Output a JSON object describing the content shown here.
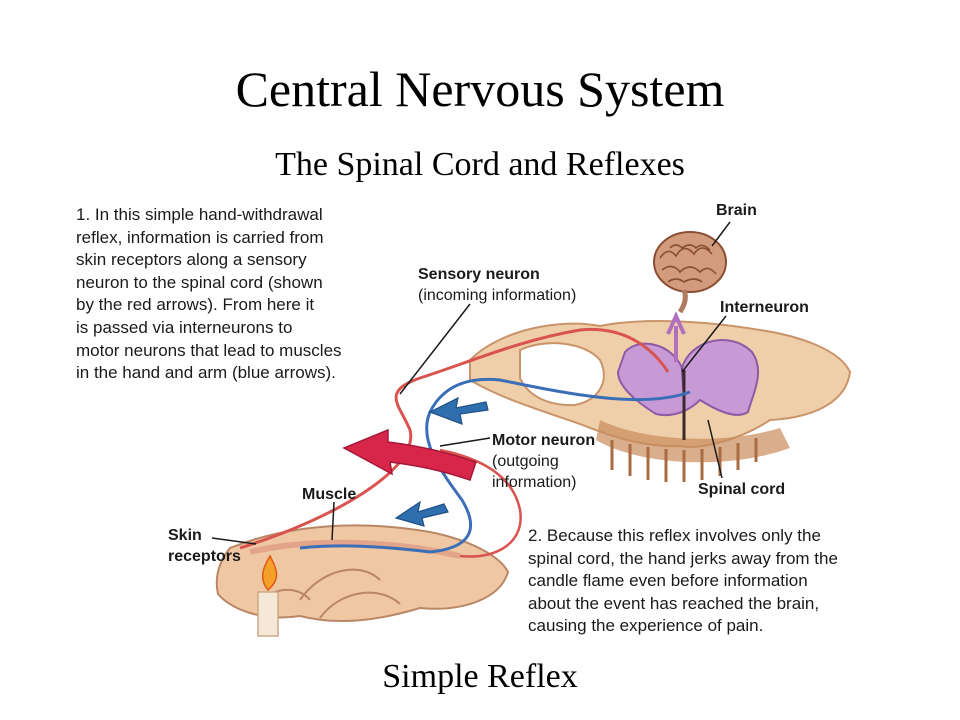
{
  "title": "Central Nervous System",
  "subtitle": "The Spinal Cord and Reflexes",
  "caption": "Simple Reflex",
  "note1": [
    "1. In this simple hand-withdrawal",
    "reflex, information is carried from",
    "skin receptors along a sensory",
    "neuron to the spinal cord (shown",
    "by the red arrows). From here it",
    "is passed via interneurons to",
    "motor neurons that lead to muscles",
    "in the hand and arm (blue arrows)."
  ],
  "note2": [
    "2. Because this reflex involves only the",
    "spinal cord, the hand jerks away from the",
    "candle flame even before information",
    "about the event has reached the brain,",
    "causing the experience of pain."
  ],
  "labels": {
    "brain": "Brain",
    "sensory_neuron": "Sensory neuron",
    "sensory_neuron_sub": "(incoming information)",
    "interneuron": "Interneuron",
    "motor_neuron": "Motor neuron",
    "motor_neuron_sub1": "(outgoing",
    "motor_neuron_sub2": "information)",
    "spinal_cord": "Spinal cord",
    "muscle": "Muscle",
    "skin_receptors1": "Skin",
    "skin_receptors2": "receptors"
  },
  "colors": {
    "sensory_pathway": "#d9534f",
    "motor_pathway": "#3a6fb8",
    "red_arrow": "#d8264a",
    "blue_arrow": "#2f6fae",
    "spinal_tissue": "#e8c29a",
    "grey_matter": "#c79ad6",
    "brain": "#c98a6a"
  }
}
